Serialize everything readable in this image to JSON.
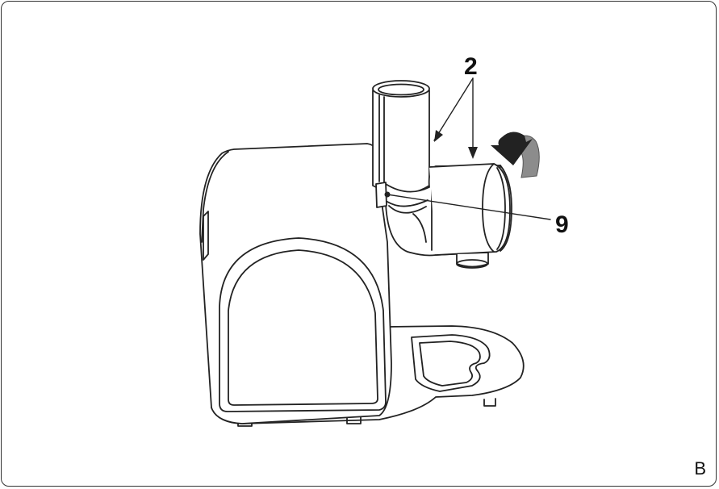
{
  "callouts": {
    "part_2": "2",
    "part_9": "9"
  },
  "figure_letter": "B",
  "colors": {
    "outline": "#222222",
    "arrow_fill": "#222222",
    "arrow_ribbon": "#8c8c8c"
  }
}
